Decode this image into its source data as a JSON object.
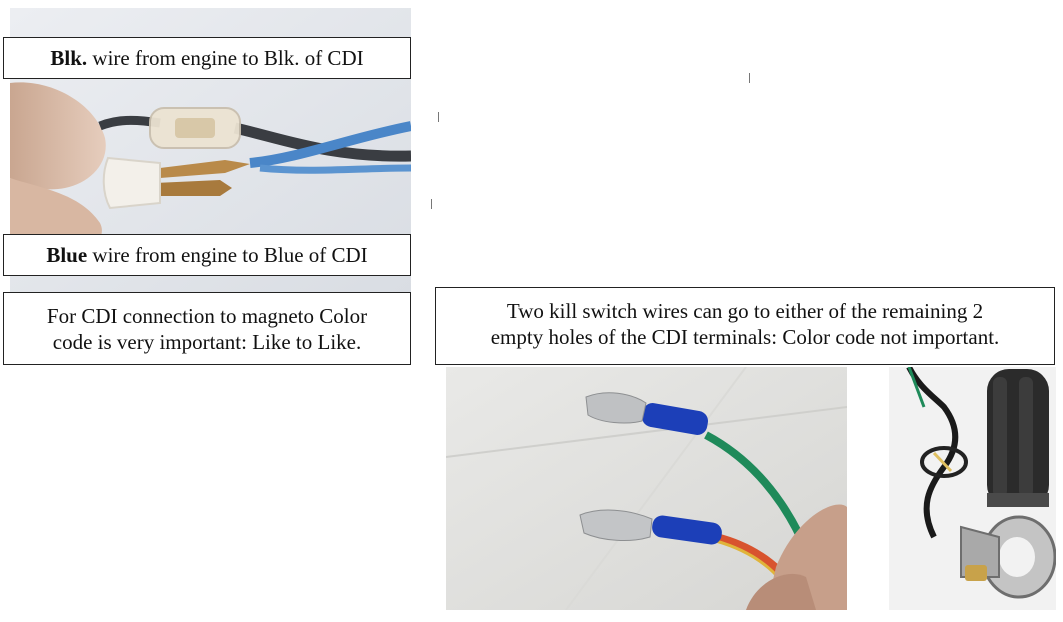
{
  "captions": {
    "black_wire_bold": "Blk.",
    "black_wire_rest": " wire from engine to Blk. of  CDI",
    "blue_wire_bold": "Blue",
    "blue_wire_rest": " wire from engine to Blue of  CDI",
    "cdi_note_line1": "For CDI connection to magneto Color",
    "cdi_note_line2": "code is very important:  Like to Like.",
    "kill_switch_line1": "Two kill switch wires can go to either of the remaining 2",
    "kill_switch_line2": "empty holes of the CDI terminals:  Color code not important."
  },
  "colors": {
    "black_wire": "#3a3d42",
    "blue_wire": "#4a86c8",
    "green_wire": "#1f8a5a",
    "red_wire": "#d8532e",
    "yellow_wire": "#e0b43a",
    "blue_sleeve": "#1c3fb8",
    "brass": "#b98a4a"
  }
}
